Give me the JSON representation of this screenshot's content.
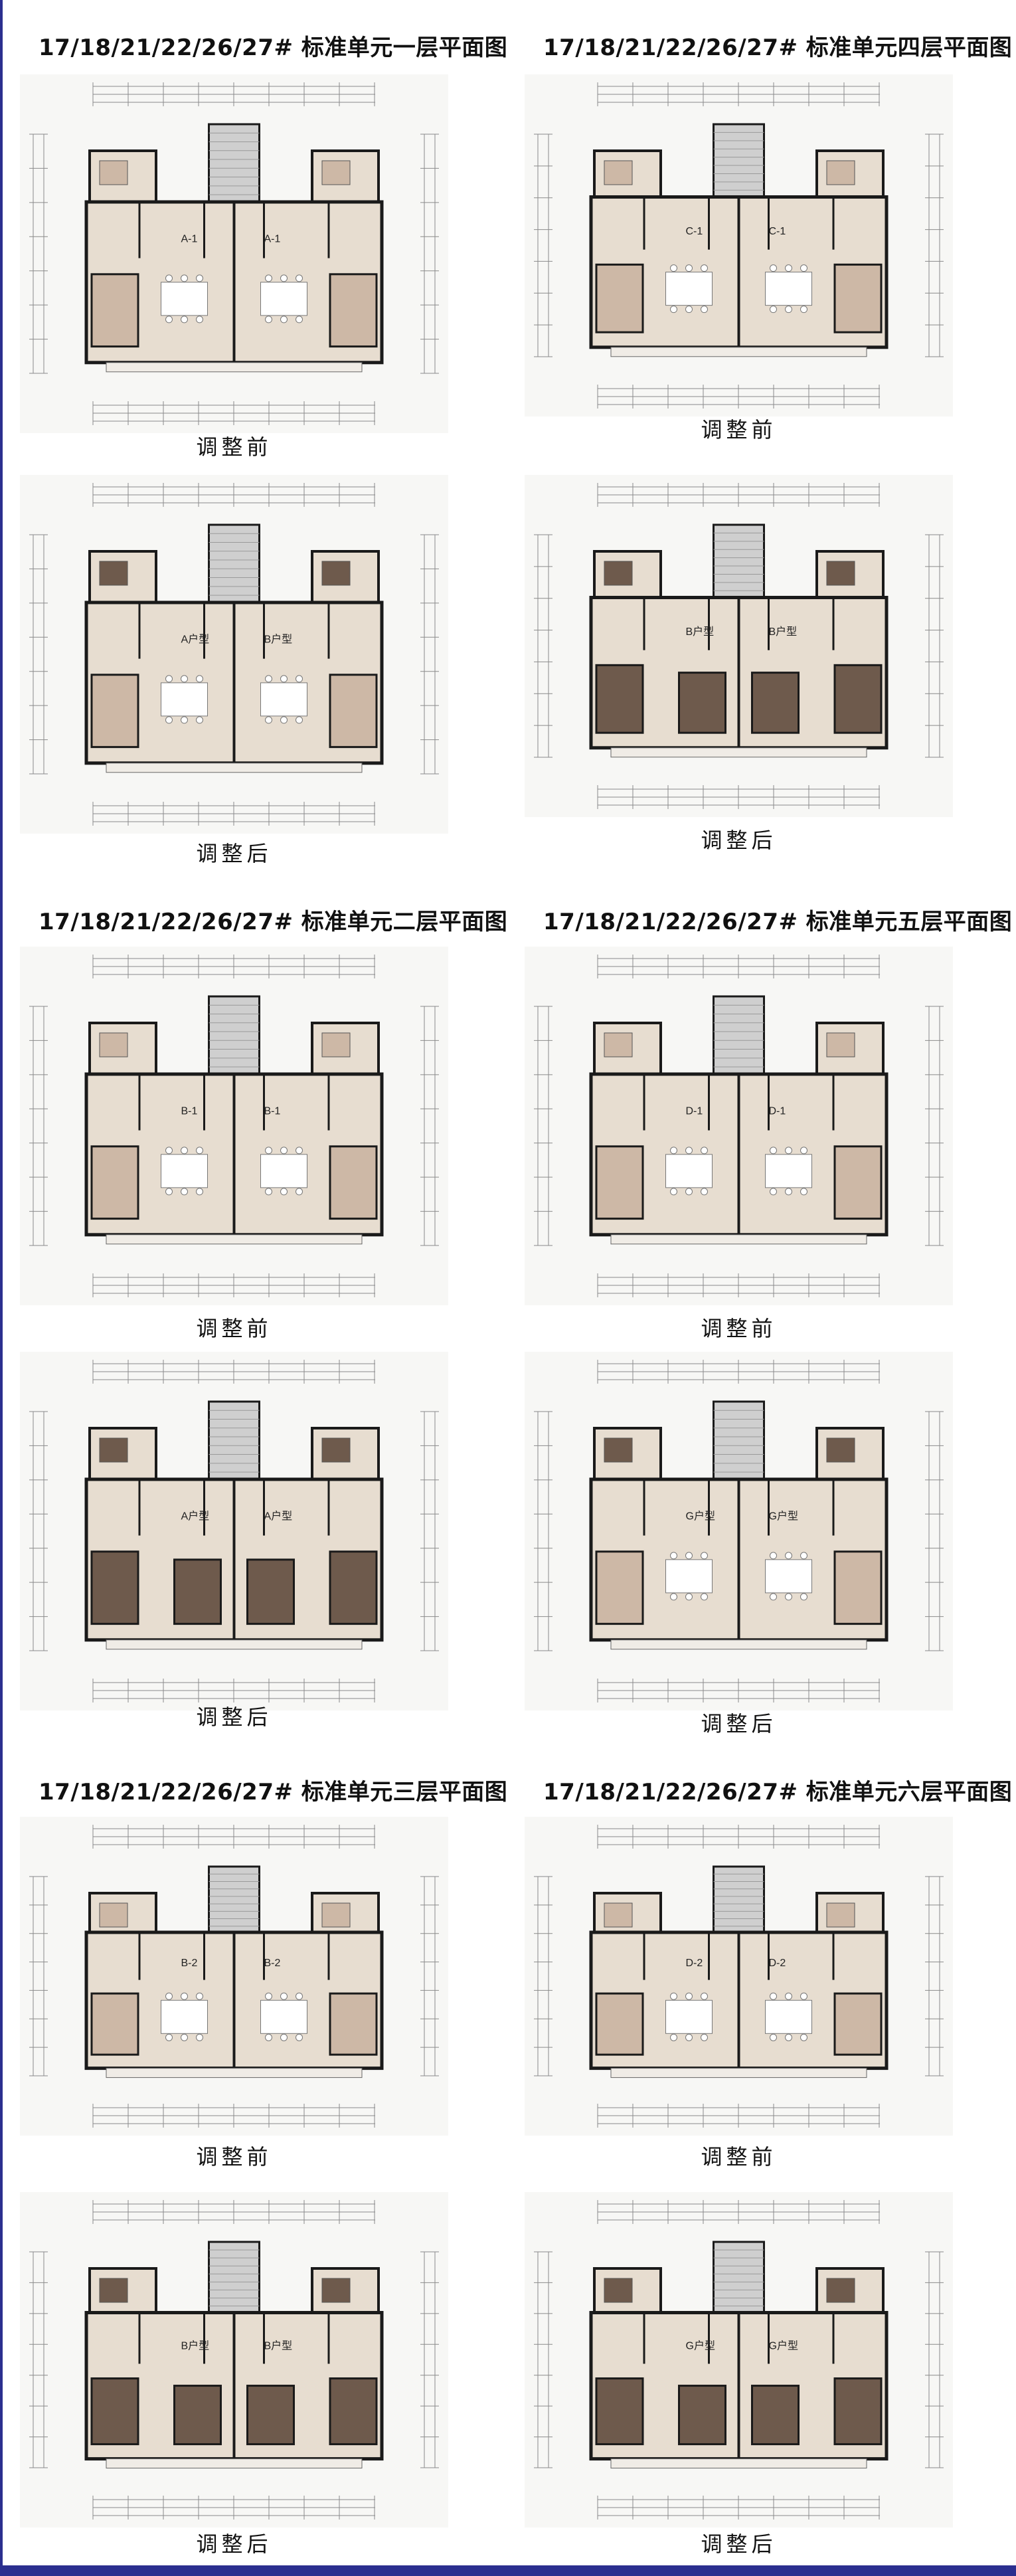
{
  "colors": {
    "wall": "#1a1a1a",
    "floor_light": "#e7ddd0",
    "floor_mid": "#cdb8a6",
    "bedroom_dark": "#6e5a4c",
    "stair": "#cfcfcf",
    "dim_line": "#8a8a8a",
    "frame": "#2b2f8f"
  },
  "sections": [
    {
      "title": "17/18/21/22/26/27# 标准单元一层平面图",
      "before": {
        "caption": "调整前",
        "labels": [
          "A-1",
          "A-1"
        ]
      },
      "after": {
        "caption": "调整后",
        "labels": [
          "A户型",
          "B户型"
        ]
      }
    },
    {
      "title": "17/18/21/22/26/27# 标准单元四层平面图",
      "before": {
        "caption": "调整前",
        "labels": [
          "C-1",
          "C-1"
        ]
      },
      "after": {
        "caption": "调整后",
        "labels": [
          "B户型",
          "B户型"
        ]
      }
    },
    {
      "title": "17/18/21/22/26/27# 标准单元二层平面图",
      "before": {
        "caption": "调整前",
        "labels": [
          "B-1",
          "B-1"
        ]
      },
      "after": {
        "caption": "调整后",
        "labels": [
          "A户型",
          "A户型"
        ]
      }
    },
    {
      "title": "17/18/21/22/26/27# 标准单元五层平面图",
      "before": {
        "caption": "调整前",
        "labels": [
          "D-1",
          "D-1"
        ]
      },
      "after": {
        "caption": "调整后",
        "labels": [
          "G户型",
          "G户型"
        ]
      }
    },
    {
      "title": "17/18/21/22/26/27# 标准单元三层平面图",
      "before": {
        "caption": "调整前",
        "labels": [
          "B-2",
          "B-2"
        ]
      },
      "after": {
        "caption": "调整后",
        "labels": [
          "B户型",
          "B户型"
        ]
      }
    },
    {
      "title": "17/18/21/22/26/27# 标准单元六层平面图",
      "before": {
        "caption": "调整前",
        "labels": [
          "D-2",
          "D-2"
        ]
      },
      "after": {
        "caption": "调整后",
        "labels": [
          "G户型",
          "G户型"
        ]
      }
    }
  ]
}
